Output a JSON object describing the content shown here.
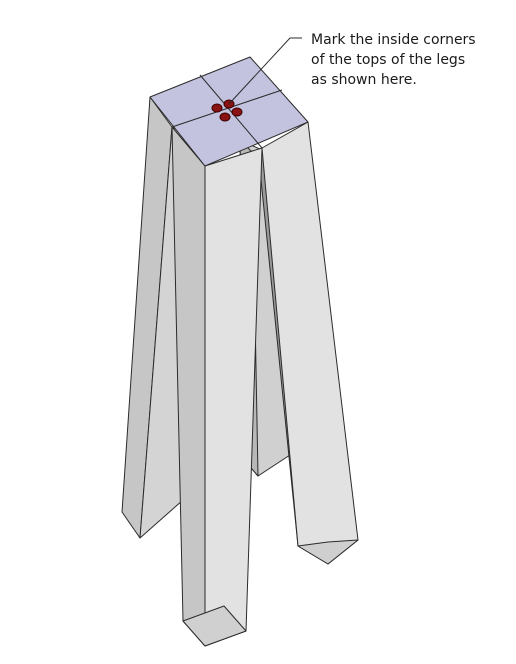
{
  "annotation": {
    "lines": [
      "Mark the inside corners",
      "of the tops of the legs",
      "as shown here."
    ]
  },
  "colors": {
    "leg_front": "#e2e2e2",
    "leg_side": "#c6c6c6",
    "leg_dark": "#9a9a9a",
    "top_face": "#c3c3e0",
    "edge": "#2b2b2b",
    "mark": "#8b1212"
  },
  "marks": {
    "count": 4
  }
}
